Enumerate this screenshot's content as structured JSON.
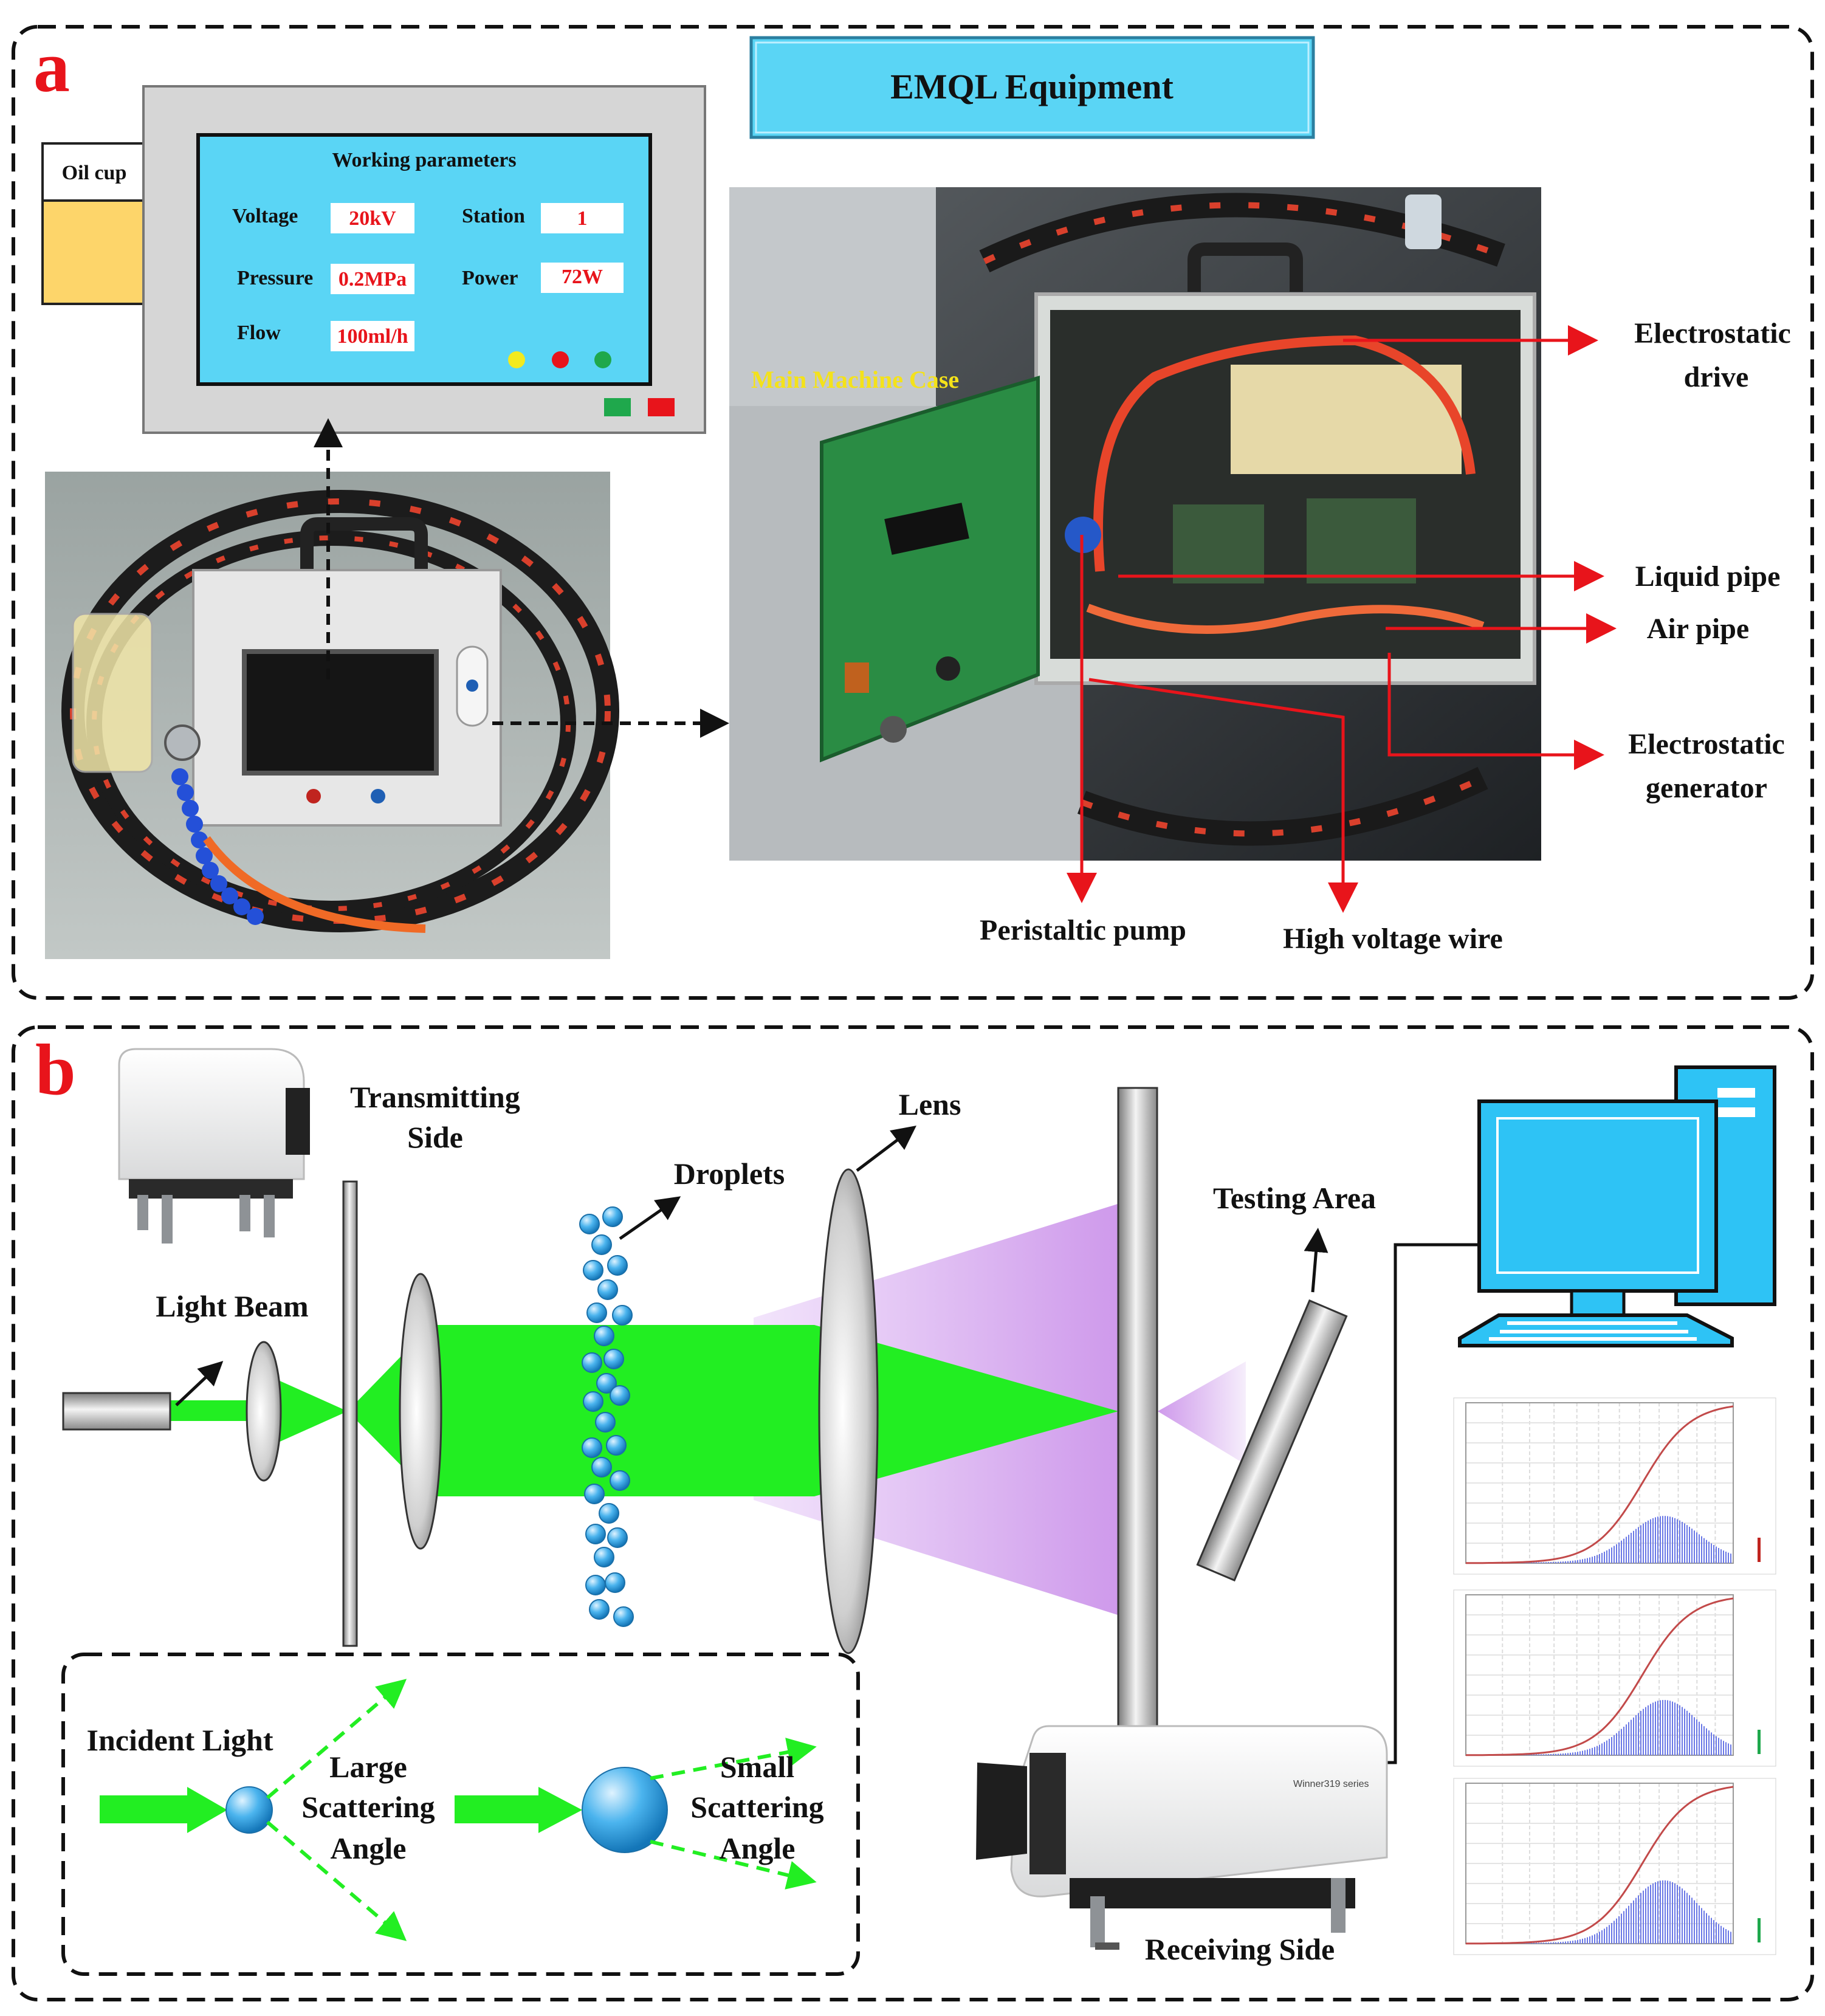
{
  "panel_a": {
    "letter": "a",
    "title": "EMQL Equipment",
    "oil_cup": "Oil cup",
    "screen": {
      "heading": "Working parameters",
      "voltage_label": "Voltage",
      "voltage_value": "20kV",
      "station_label": "Station",
      "station_value": "1",
      "pressure_label": "Pressure",
      "pressure_value": "0.2MPa",
      "power_label": "Power",
      "power_value": "72W",
      "flow_label": "Flow",
      "flow_value": "100ml/h"
    },
    "case_label": "Main Machine Case",
    "callouts": {
      "electrostatic_drive_1": "Electrostatic",
      "electrostatic_drive_2": "drive",
      "liquid_pipe": "Liquid pipe",
      "air_pipe": "Air pipe",
      "electrostatic_generator_1": "Electrostatic",
      "electrostatic_generator_2": "generator",
      "peristaltic_pump": "Peristaltic pump",
      "high_voltage_wire": "High voltage wire"
    }
  },
  "panel_b": {
    "letter": "b",
    "transmitting_1": "Transmitting",
    "transmitting_2": "Side",
    "light_beam": "Light Beam",
    "droplets": "Droplets",
    "lens": "Lens",
    "testing_area": "Testing Area",
    "receiving_side": "Receiving Side",
    "inset": {
      "incident_light": "Incident Light",
      "large_1": "Large",
      "large_2": "Scattering",
      "large_3": "Angle",
      "small_1": "Small",
      "small_2": "Scattering",
      "small_3": "Angle"
    },
    "instrument_brand": "Winner319 series"
  },
  "colors": {
    "red": "#e8141b",
    "title_box": "#5ad5f5",
    "screen": "#5ad5f5",
    "beam_green": "#22ee22",
    "scatter_violet": "#d3a6ee",
    "droplet_blue": "#3aa8e6",
    "computer_blue": "#2ec3f5"
  },
  "icons": [
    "computer-monitor-icon",
    "tower-case-icon",
    "keyboard-icon",
    "laser-emitter-icon",
    "detector-tube-icon"
  ]
}
